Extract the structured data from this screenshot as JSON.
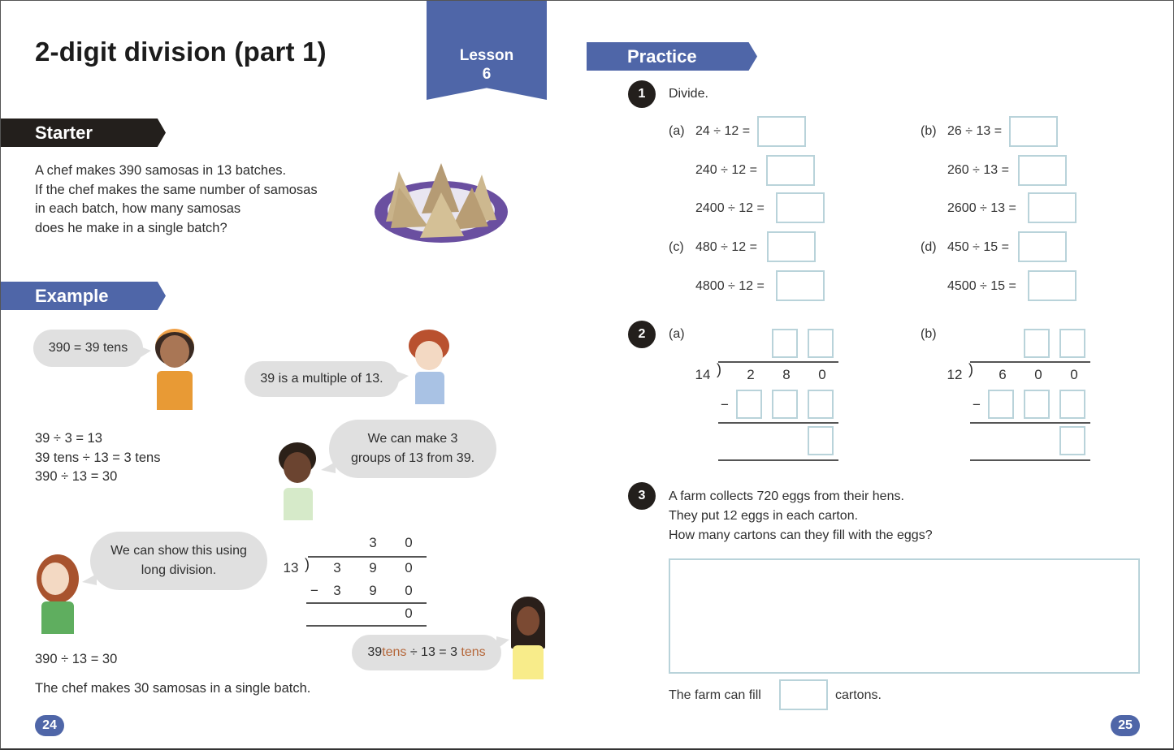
{
  "left_page": {
    "title": "2-digit division (part 1)",
    "lesson_tab": {
      "line1": "Lesson",
      "line2": "6"
    },
    "starter": {
      "heading": "Starter",
      "lines": [
        "A chef makes 390 samosas in 13 batches.",
        "If the chef makes the same number of samosas",
        "in each batch, how many samosas",
        "does he make in a single batch?"
      ],
      "image": "samosas-plate"
    },
    "example": {
      "heading": "Example",
      "bubbles": [
        "390 = 39 tens",
        "39 is a multiple of 13.",
        "We can make 3 groups of 13 from 39.",
        "We can show this using long division."
      ],
      "bubble5": {
        "part1": "39 ",
        "part2": "tens",
        "part3": " ÷ 13 = 3 ",
        "part4": "tens"
      },
      "calc_lines": [
        "39 ÷ 3 = 13",
        "39 tens ÷ 13 = 3 tens",
        "390 ÷ 13 = 30"
      ],
      "long_division": {
        "divisor": "13",
        "quotient": [
          "3",
          "0"
        ],
        "dividend": [
          "3",
          "9",
          "0"
        ],
        "minus": "−",
        "subtract": [
          "3",
          "9",
          "0"
        ],
        "remainder": "0"
      },
      "result": "390 ÷ 13 = 30",
      "conclusion": "The chef makes 30 samosas in a single batch."
    },
    "page_number": "24"
  },
  "right_page": {
    "practice_heading": "Practice",
    "q1": {
      "number": "1",
      "instruction": "Divide.",
      "groups": [
        {
          "label": "(a)",
          "items": [
            "24 ÷ 12 =",
            "240 ÷ 12 =",
            "2400 ÷ 12 ="
          ]
        },
        {
          "label": "(b)",
          "items": [
            "26 ÷ 13 =",
            "260 ÷ 13 =",
            "2600 ÷ 13 ="
          ]
        },
        {
          "label": "(c)",
          "items": [
            "480 ÷ 12 =",
            "4800 ÷ 12 ="
          ]
        },
        {
          "label": "(d)",
          "items": [
            "450 ÷ 15 =",
            "4500 ÷ 15 ="
          ]
        }
      ]
    },
    "q2": {
      "number": "2",
      "parts": [
        {
          "label": "(a)",
          "divisor": "14",
          "dividend": [
            "2",
            "8",
            "0"
          ],
          "minus": "−"
        },
        {
          "label": "(b)",
          "divisor": "12",
          "dividend": [
            "6",
            "0",
            "0"
          ],
          "minus": "−"
        }
      ]
    },
    "q3": {
      "number": "3",
      "lines": [
        "A farm collects 720 eggs from their hens.",
        "They put 12 eggs in each carton.",
        "How many cartons can they fill with the eggs?"
      ],
      "answer_prefix": "The farm can fill",
      "answer_suffix": "cartons."
    },
    "page_number": "25"
  },
  "colors": {
    "brand_blue": "#4f66a8",
    "dark_tag": "#231f1c",
    "answer_box_border": "#b9d3da",
    "bubble_grey": "#e0e0e0",
    "highlight_orange": "#b5673a"
  }
}
